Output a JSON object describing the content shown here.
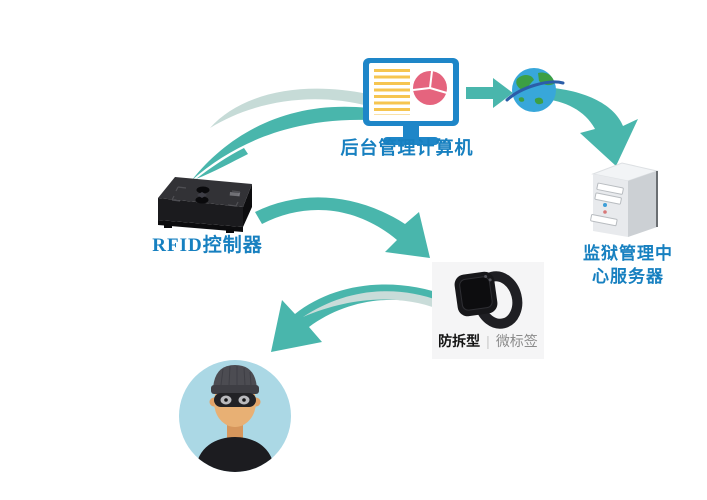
{
  "diagram": {
    "computer": {
      "label": "后台管理计算机"
    },
    "server": {
      "label_line1": "监狱管理中",
      "label_line2": "心服务器"
    },
    "rfid": {
      "label": "RFID控制器"
    },
    "tag": {
      "type": "防拆型",
      "separator": "|",
      "name": "微标签"
    },
    "colors": {
      "arrow_teal": "#49b6ac",
      "arrow_light": "#c6dbd7",
      "label_blue": "#1780c0",
      "monitor_frame": "#1e86c8",
      "screen_lines_yellow": "#f6c550",
      "pie_pink": "#e5647e",
      "globe_water": "#38a7da",
      "globe_land": "#3c9f44",
      "orbit_ring": "#2b5da8",
      "server_front": "#e8eaed",
      "server_side": "#ccd0d4",
      "device_black": "#1b1b1e",
      "person_circle_bg": "#abd8e5",
      "tag_card_bg": "#f5f5f6"
    }
  }
}
